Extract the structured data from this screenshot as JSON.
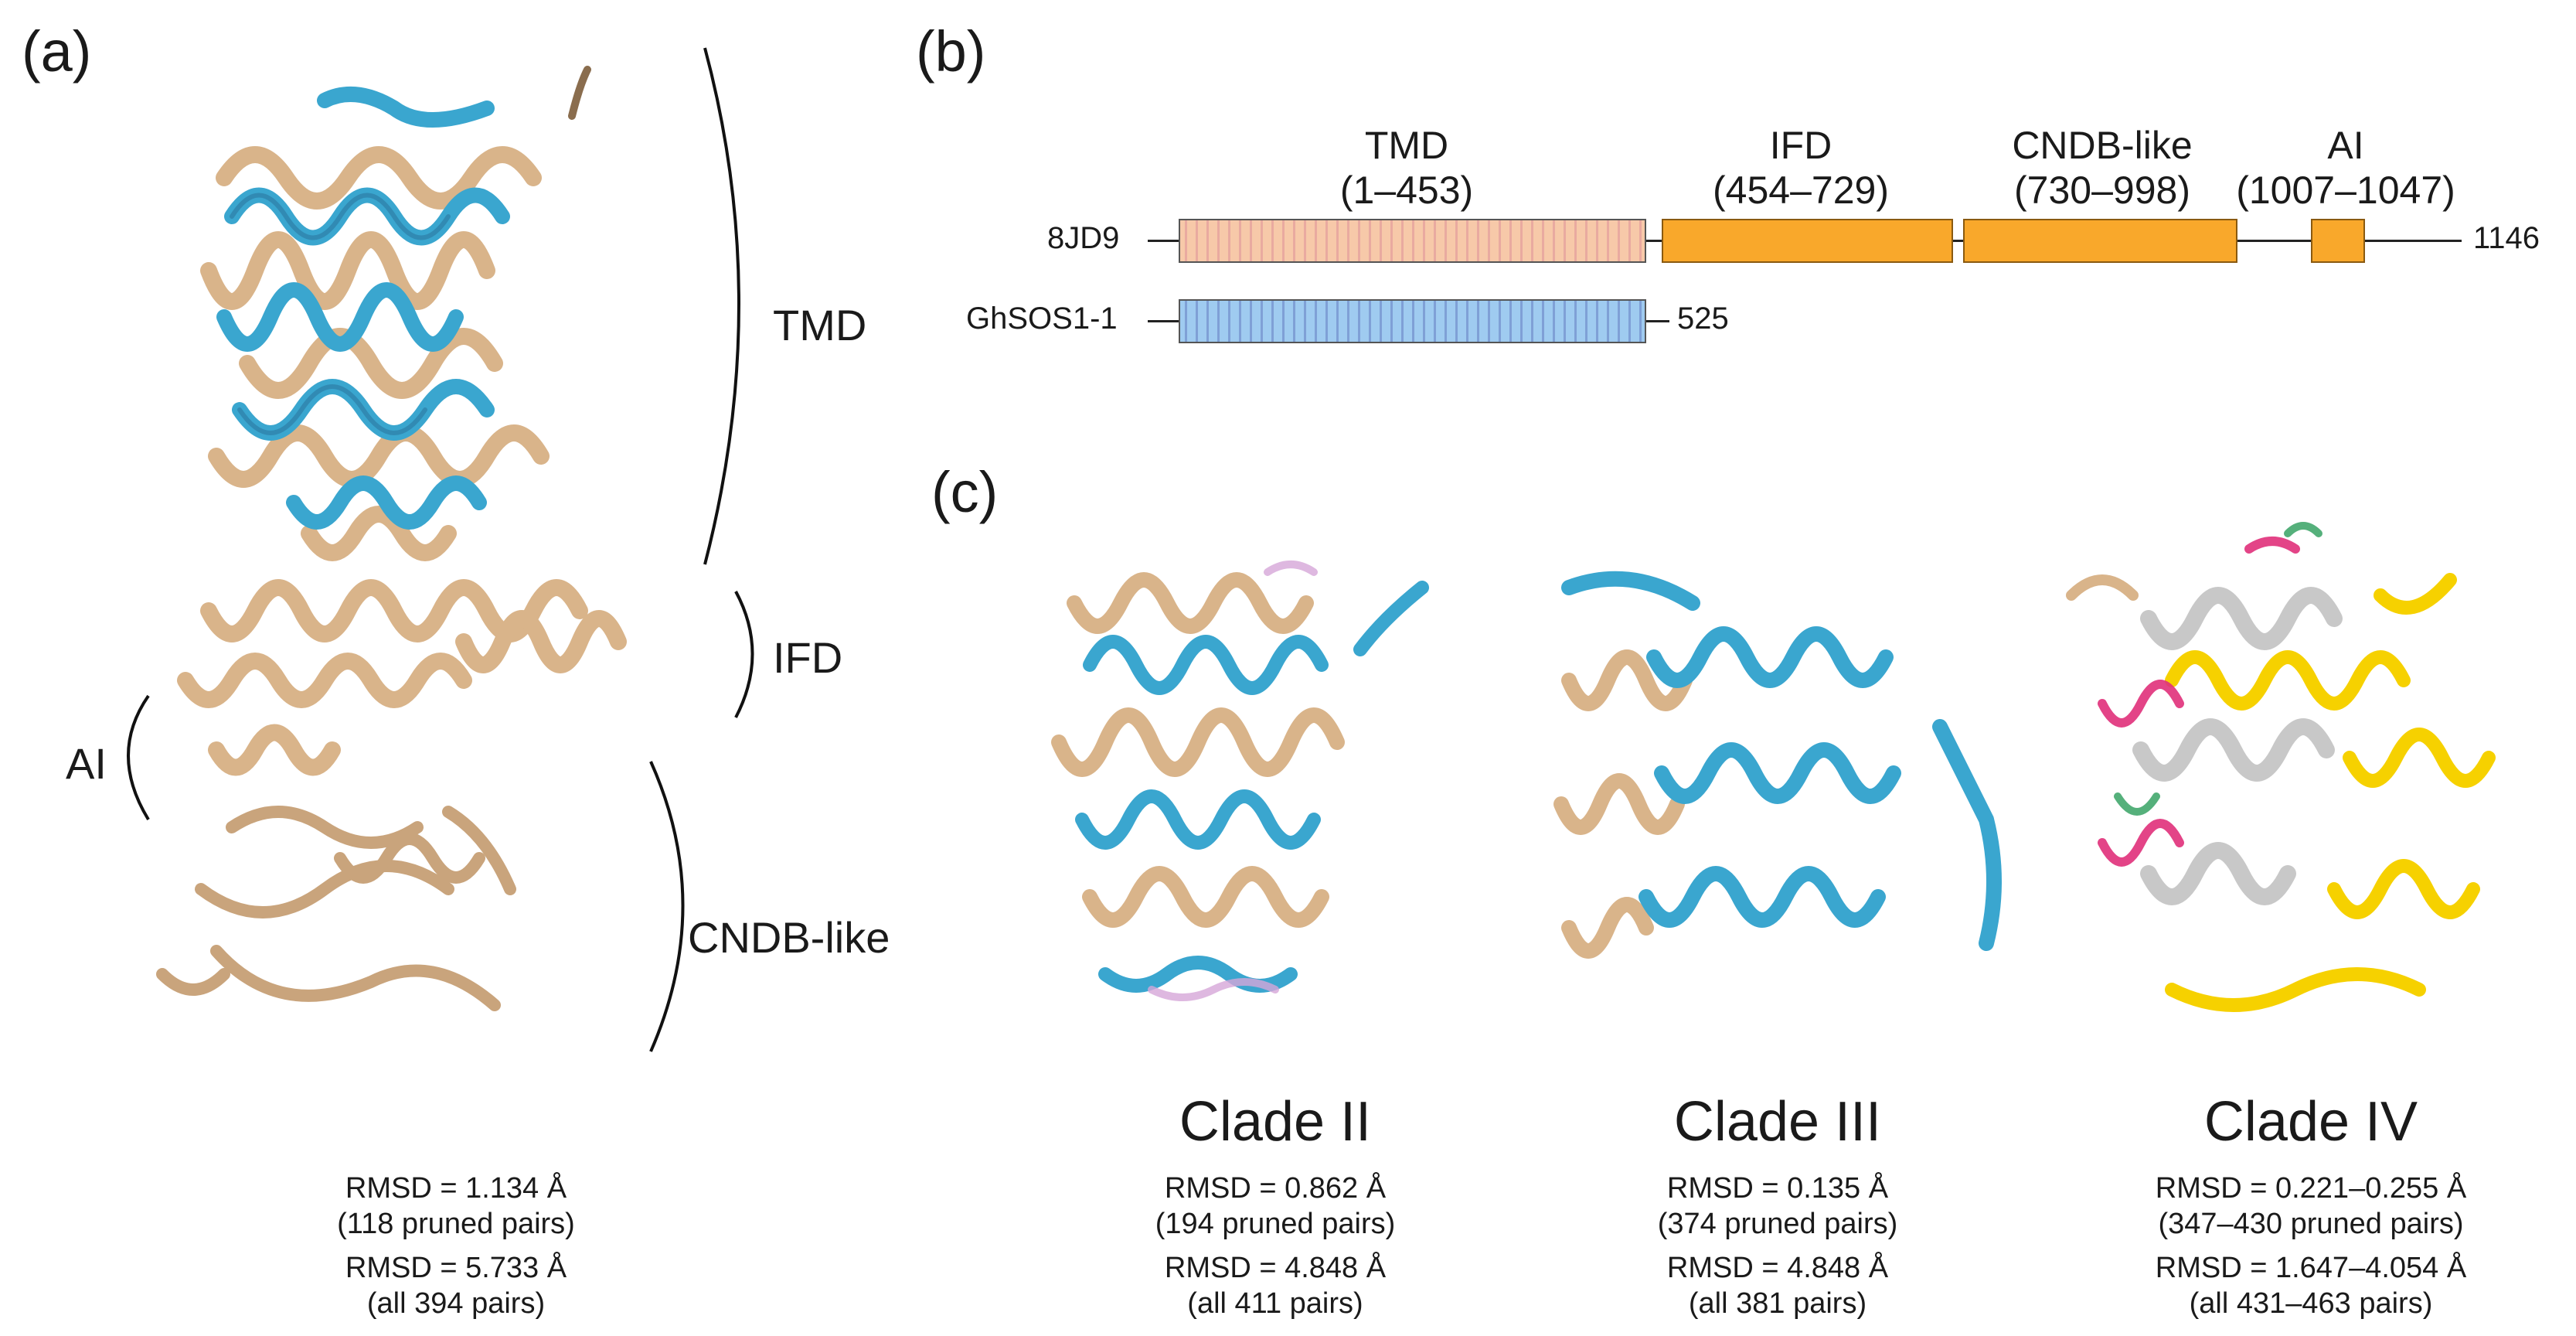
{
  "panels": {
    "a": "(a)",
    "b": "(b)",
    "c": "(c)"
  },
  "panel_a": {
    "brackets": {
      "tmd": "TMD",
      "ifd": "IFD",
      "ai": "AI",
      "cndb": "CNDB-like"
    },
    "rmsd": [
      "RMSD = 1.134 Å",
      "(118 pruned pairs)",
      "RMSD = 5.733 Å",
      "(all 394 pairs)"
    ]
  },
  "panel_b": {
    "domains": [
      {
        "name": "TMD",
        "range": "(1–453)"
      },
      {
        "name": "IFD",
        "range": "(454–729)"
      },
      {
        "name": "CNDB-like",
        "range": "(730–998)"
      },
      {
        "name": "AI",
        "range": "(1007–1047)"
      }
    ],
    "sequences": [
      {
        "name": "8JD9",
        "length": "1146"
      },
      {
        "name": "GhSOS1-1",
        "length": "525"
      }
    ]
  },
  "panel_c": {
    "clades": [
      {
        "title": "Clade II",
        "rmsd": [
          "RMSD = 0.862 Å",
          "(194 pruned pairs)",
          "RMSD = 4.848 Å",
          "(all 411 pairs)"
        ]
      },
      {
        "title": "Clade III",
        "rmsd": [
          "RMSD = 0.135 Å",
          "(374 pruned pairs)",
          "RMSD = 4.848 Å",
          "(all 381 pairs)"
        ]
      },
      {
        "title": "Clade IV",
        "rmsd": [
          "RMSD = 0.221–0.255 Å",
          "(347–430 pruned pairs)",
          "RMSD = 1.647–4.054 Å",
          "(all 431–463 pairs)"
        ]
      }
    ]
  },
  "colors": {
    "tan": "#d9b48a",
    "blue": "#3aa6cf",
    "orange": "#f9a82b",
    "tmd_pink": "#f4b8a0",
    "gh_blue": "#8fbfe9",
    "yellow": "#f6d100",
    "magenta": "#e0307a",
    "gray": "#c8c8c8",
    "green": "#2a9c5a"
  }
}
